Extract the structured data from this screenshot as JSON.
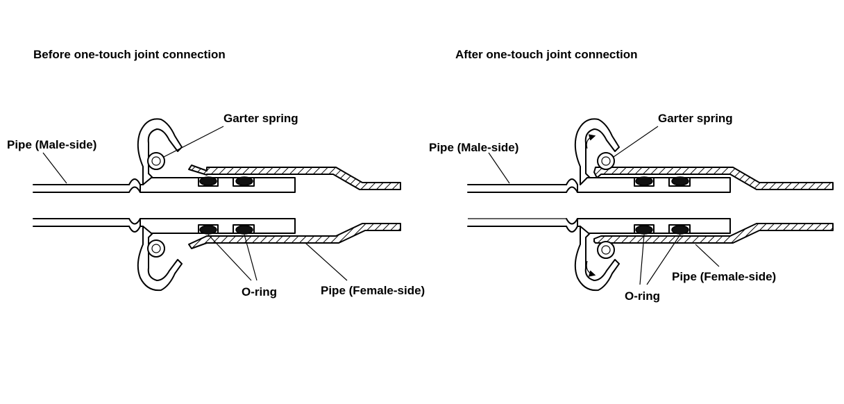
{
  "before": {
    "title": "Before one-touch joint connection",
    "labels": {
      "garter_spring": "Garter spring",
      "pipe_male": "Pipe (Male-side)",
      "o_ring": "O-ring",
      "pipe_female": "Pipe (Female-side)"
    }
  },
  "after": {
    "title": "After one-touch joint connection",
    "labels": {
      "garter_spring": "Garter spring",
      "pipe_male": "Pipe (Male-side)",
      "o_ring": "O-ring",
      "pipe_female": "Pipe (Female-side)"
    }
  },
  "colors": {
    "line": "#000000",
    "background": "#ffffff",
    "o_ring_fill": "#111111"
  }
}
